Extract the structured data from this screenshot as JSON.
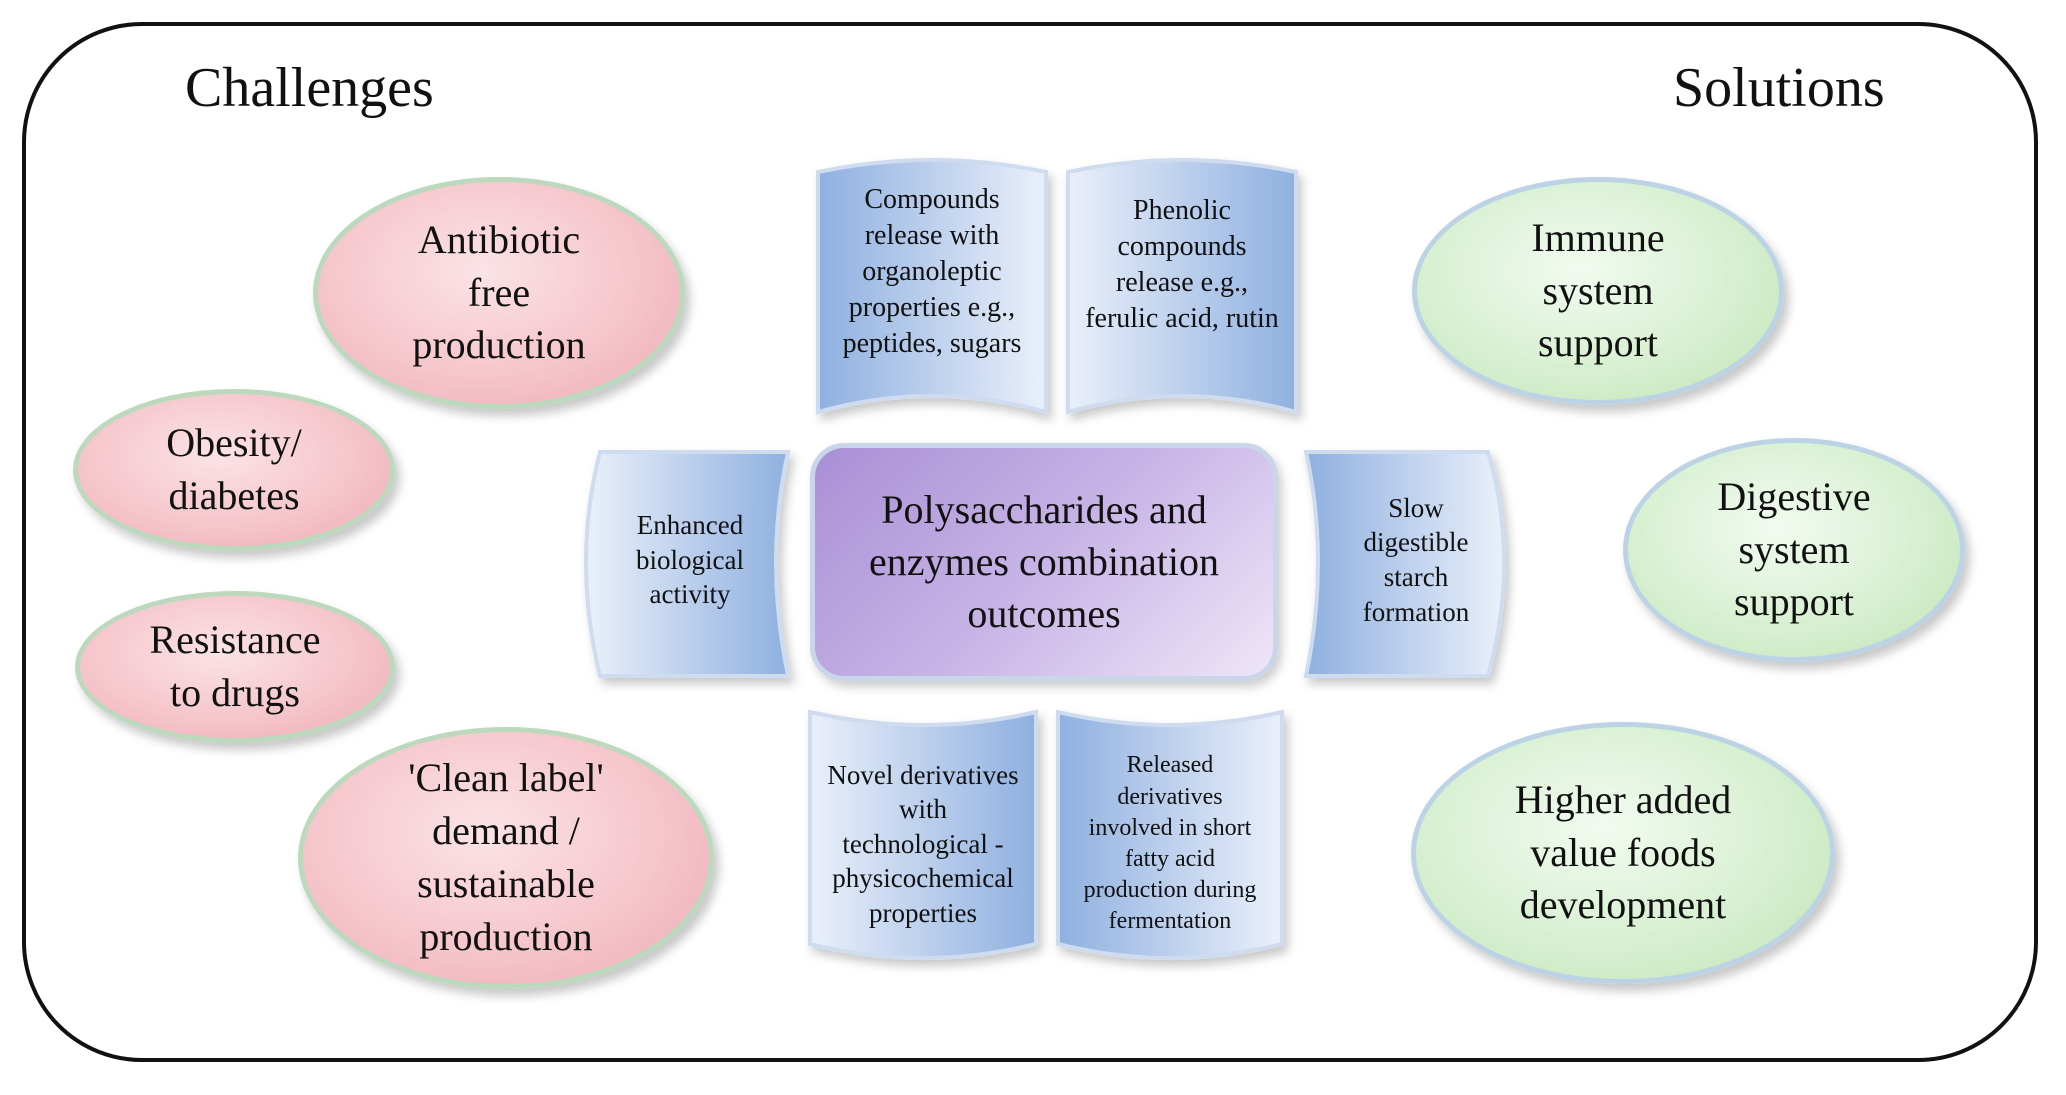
{
  "headings": {
    "left": "Challenges",
    "right": "Solutions"
  },
  "challenges": [
    "Antibiotic\nfree\nproduction",
    "Obesity/\ndiabetes",
    "Resistance\nto drugs",
    "'Clean label'\ndemand /\nsustainable\nproduction"
  ],
  "solutions": [
    "Immune\nsystem\nsupport",
    "Digestive\nsystem\nsupport",
    "Higher added\nvalue foods\ndevelopment"
  ],
  "center": "Polysaccharides and\nenzymes combination\noutcomes",
  "outcomes": {
    "top_left": "Compounds\nrelease with\norganoleptic\nproperties e.g.,\npeptides, sugars",
    "top_right": "Phenolic\ncompounds\nrelease e.g.,\nferulic acid, rutin",
    "left": "Enhanced\nbiological\nactivity",
    "right": "Slow\ndigestible\nstarch\nformation",
    "bottom_left": "Novel derivatives\nwith\ntechnological -\nphysicochemical\nproperties",
    "bottom_right": "Released\nderivatives\ninvolved in short\nfatty acid\nproduction during\nfermentation"
  },
  "colors": {
    "challenge_fill": "#f5c6cc",
    "solution_fill": "#d7f0d1",
    "center_fill": "#c7b4e6",
    "outcome_fill": "#a9c3e6"
  }
}
